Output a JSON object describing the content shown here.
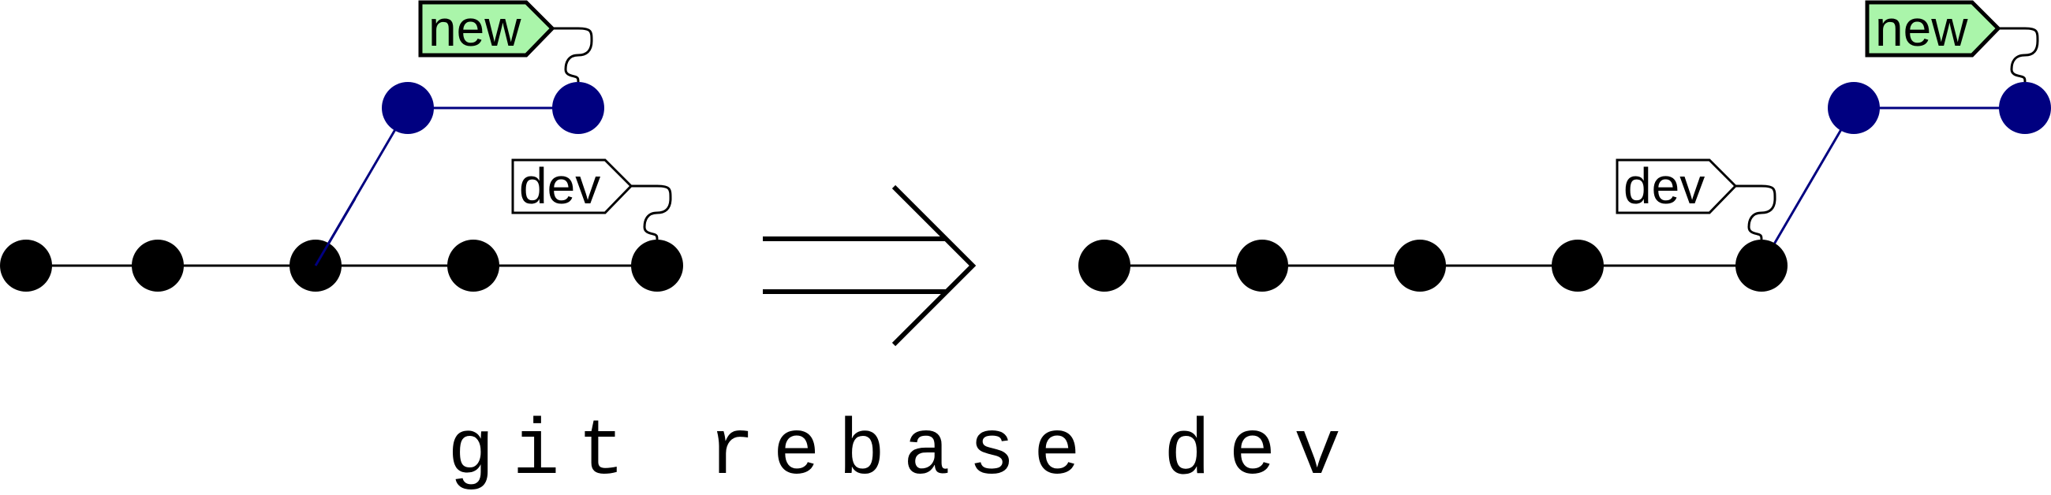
{
  "caption": "git rebase dev",
  "labels": {
    "before_new": "new",
    "before_dev": "dev",
    "after_dev": "dev",
    "after_new": "new"
  },
  "colors": {
    "main_commit": "#000000",
    "branch_commit": "#000080",
    "new_label_fill": "#aaf5aa",
    "dev_label_fill": "#ffffff",
    "background": "#ffffff"
  },
  "icons": {
    "transition": "double-arrow-right-icon"
  }
}
